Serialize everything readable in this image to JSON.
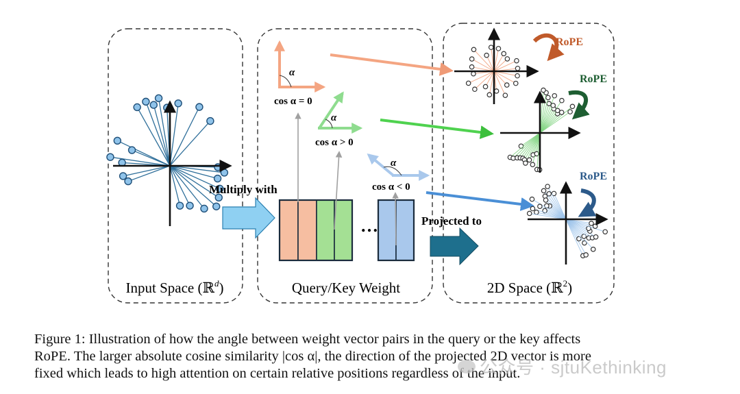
{
  "panels": {
    "input": {
      "title": "Input Space (ℝ",
      "sup": "d",
      "close": ")"
    },
    "weight": {
      "title": "Query/Key Weight"
    },
    "space2d": {
      "title": "2D Space (ℝ",
      "sup": "2",
      "close": ")"
    }
  },
  "labels": {
    "multiply": "Multiply with",
    "projected": "Projected to",
    "ellipsis": "…",
    "alpha": "α",
    "cos_zero": "cos α = 0",
    "cos_pos": "cos α > 0",
    "cos_neg": "cos α < 0",
    "rope": "RoPE"
  },
  "colors": {
    "orange": "#f2b08e",
    "green": "#5fcf5f",
    "blue": "#a9c8ec",
    "rope_orange": "#c05a2a",
    "rope_green": "#1e5e32",
    "rope_blue": "#2c5a8a",
    "dot_blue": "#8fc3ea",
    "big_arrow_light": "#8fd0f2",
    "big_arrow_dark": "#1e6f8d"
  },
  "caption": {
    "line1": "Figure 1: Illustration of how the angle between weight vector pairs in the query or the key affects",
    "line2": "RoPE. The larger absolute cosine similarity |cos α|, the direction of the projected 2D vector is more",
    "line3": "fixed which leads to high attention on certain relative positions regardless of the input."
  },
  "watermark": {
    "text": "公众号 · sjtuKethinking"
  }
}
